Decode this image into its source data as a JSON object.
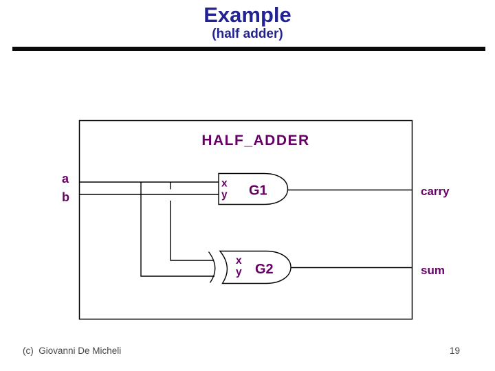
{
  "slide": {
    "title": "Example",
    "subtitle": "(half adder)",
    "footer": "(c)  Giovanni De Micheli",
    "page_number": "19"
  },
  "diagram": {
    "module_name": "HALF_ADDER",
    "inputs": [
      {
        "label": "a"
      },
      {
        "label": "b"
      }
    ],
    "outputs": [
      {
        "label": "carry"
      },
      {
        "label": "sum"
      }
    ],
    "gates": [
      {
        "name": "G1",
        "type": "AND",
        "port_labels": [
          "x",
          "y"
        ],
        "output": "carry"
      },
      {
        "name": "G2",
        "type": "XOR",
        "port_labels": [
          "x",
          "y"
        ],
        "output": "sum"
      }
    ]
  },
  "colors": {
    "title_blue": "#232293",
    "label_purple": "#660066",
    "wire_black": "#000000",
    "footer_gray": "#454545",
    "separator_black": "#0a0a0a"
  }
}
